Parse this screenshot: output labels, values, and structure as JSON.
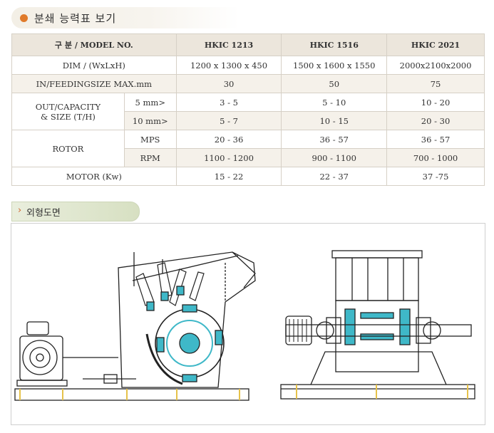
{
  "section1": {
    "title": "분쇄 능력표 보기"
  },
  "table": {
    "header": {
      "col1": "구 분 / MODEL NO.",
      "models": [
        "HKIC 1213",
        "HKIC 1516",
        "HKIC 2021"
      ]
    },
    "dim": {
      "label": "DIM / (WxLxH)",
      "values": [
        "1200 x 1300 x 450",
        "1500 x 1600 x 1550",
        "2000x2100x2000"
      ]
    },
    "feed": {
      "label": "IN/FEEDINGSIZE MAX.mm",
      "values": [
        "30",
        "50",
        "75"
      ]
    },
    "capacity": {
      "label1": "OUT/CAPACITY",
      "label2": "& SIZE (T/H)",
      "rows": [
        {
          "sub": "5 mm>",
          "values": [
            "3 - 5",
            "5 - 10",
            "10 - 20"
          ]
        },
        {
          "sub": "10 mm>",
          "values": [
            "5 - 7",
            "10 - 15",
            "20 - 30"
          ]
        }
      ]
    },
    "rotor": {
      "label": "ROTOR",
      "rows": [
        {
          "sub": "MPS",
          "values": [
            "20 - 36",
            "36 - 57",
            "36 - 57"
          ]
        },
        {
          "sub": "RPM",
          "values": [
            "1100 - 1200",
            "900 - 1100",
            "700 - 1000"
          ]
        }
      ]
    },
    "motor": {
      "label": "MOTOR (Kw)",
      "values": [
        "15 - 22",
        "22 - 37",
        "37 -75"
      ]
    }
  },
  "section2": {
    "title": "외형도면"
  },
  "colors": {
    "accent": "#e07a2a",
    "header_bg": "#ece6dc",
    "drawing_cyan": "#3fb8c8"
  }
}
